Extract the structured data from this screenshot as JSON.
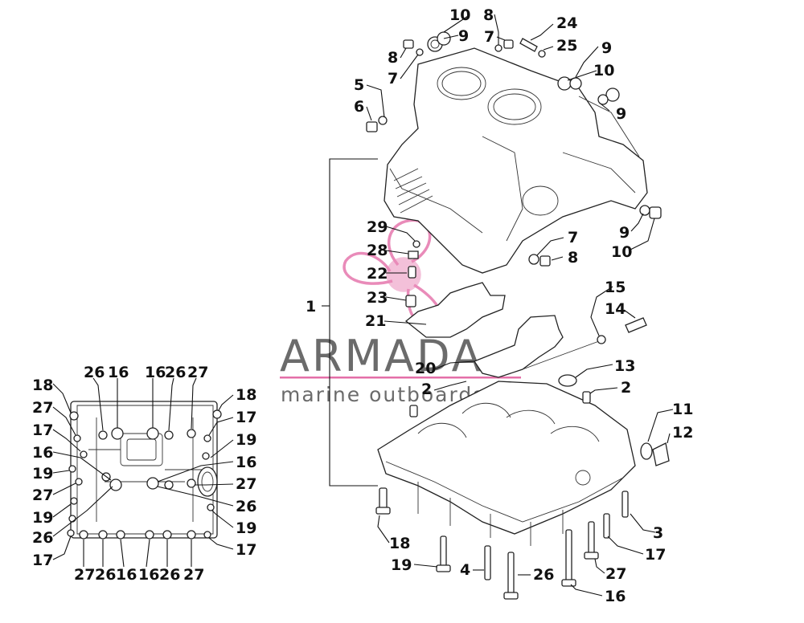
{
  "watermark": {
    "brand": "ARMADA",
    "tagline": "marine outboards",
    "accent_color": "#e46fa8"
  },
  "callouts": {
    "c1": "1",
    "c2a": "2",
    "c2b": "2",
    "c3": "3",
    "c4": "4",
    "c5": "5",
    "c6": "6",
    "c7a": "7",
    "c7b": "7",
    "c7c": "7",
    "c8a": "8",
    "c8b": "8",
    "c8c": "8",
    "c9a": "9",
    "c9b": "9",
    "c9c": "9",
    "c9d": "9",
    "c10a": "10",
    "c10b": "10",
    "c10c": "10",
    "c11": "11",
    "c12": "12",
    "c13": "13",
    "c14": "14",
    "c15": "15",
    "c16": "16",
    "c17": "17",
    "c18": "18",
    "c19": "19",
    "c20": "20",
    "c21": "21",
    "c22": "22",
    "c23": "23",
    "c24": "24",
    "c25": "25",
    "c26": "26",
    "c27": "27",
    "c28": "28",
    "c29": "29"
  },
  "inset_callouts": {
    "top": [
      "26",
      "16",
      "16",
      "26",
      "27"
    ],
    "top_right": [
      "18",
      "17"
    ],
    "left": [
      "18",
      "27",
      "17",
      "16",
      "19",
      "27",
      "19",
      "26",
      "17"
    ],
    "right": [
      "19",
      "16",
      "27",
      "26",
      "19",
      "17"
    ],
    "bottom": [
      "27",
      "26",
      "16",
      "16",
      "26",
      "27"
    ]
  }
}
